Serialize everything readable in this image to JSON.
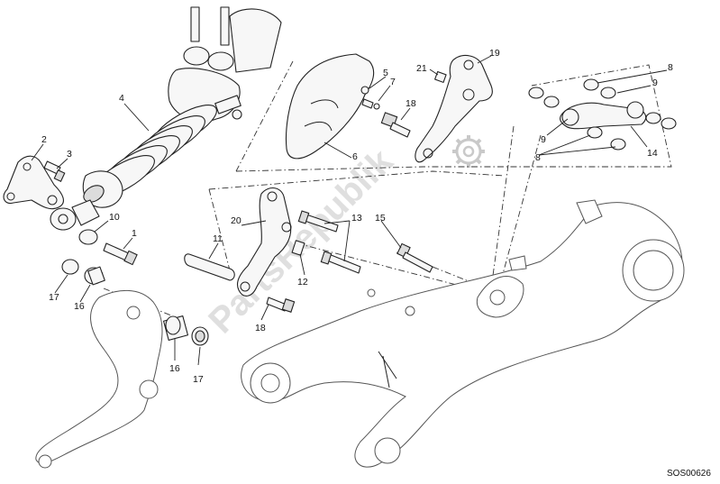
{
  "callouts": {
    "c1": "1",
    "c2": "2",
    "c3": "3",
    "c4": "4",
    "c5": "5",
    "c6": "6",
    "c7": "7",
    "c8a": "8",
    "c8b": "8",
    "c9a": "9",
    "c9b": "9",
    "c10": "10",
    "c11": "11",
    "c12": "12",
    "c13": "13",
    "c14": "14",
    "c15": "15",
    "c16a": "16",
    "c16b": "16",
    "c17a": "17",
    "c17b": "17",
    "c18a": "18",
    "c18b": "18",
    "c19": "19",
    "c20": "20",
    "c21": "21"
  },
  "watermark": "PartsRepublik",
  "drawing_code": "SOS00626",
  "icons": {
    "watermark_gear": "gear-icon"
  }
}
